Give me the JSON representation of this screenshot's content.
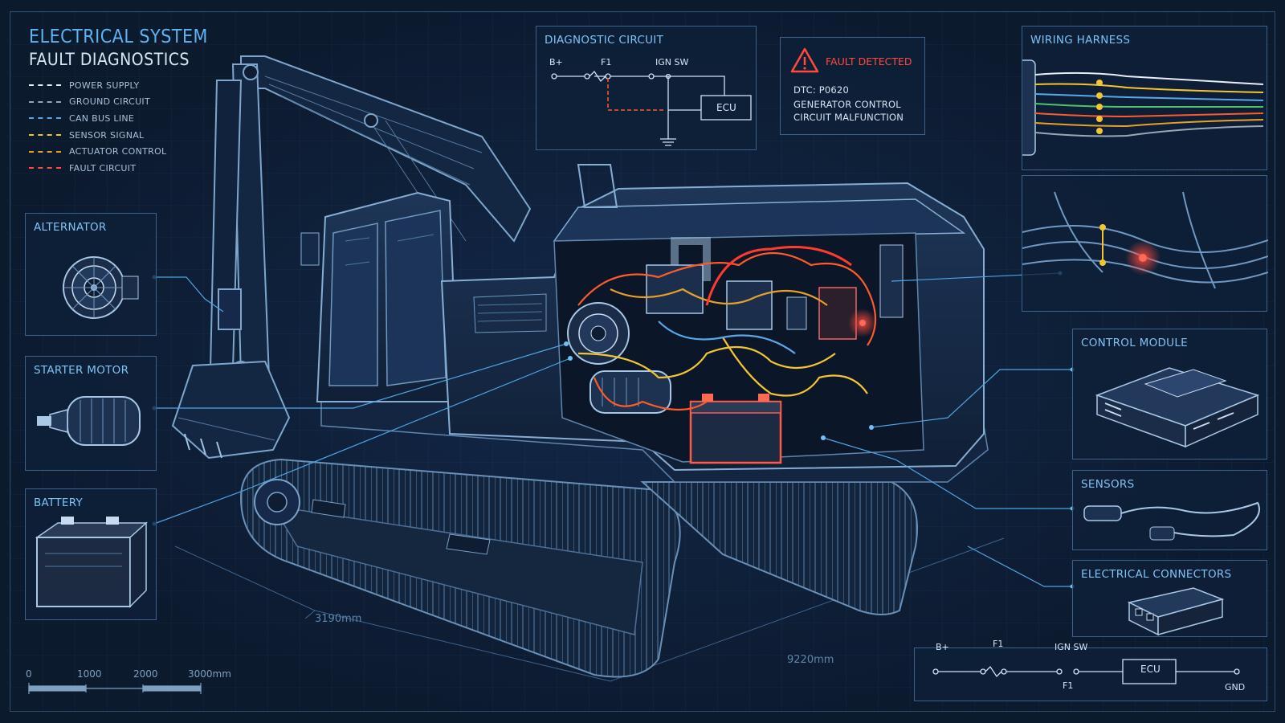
{
  "title": {
    "line1": "ELECTRICAL SYSTEM",
    "line2": "FAULT DIAGNOSTICS"
  },
  "colors": {
    "accent": "#5fb3f0",
    "fault": "#ff4a3d",
    "panel_border": "#3b628c",
    "background": "#0c1a2e"
  },
  "legend": [
    {
      "label": "POWER SUPPLY",
      "color": "#e8eef5"
    },
    {
      "label": "GROUND CIRCUIT",
      "color": "#9aa6b5"
    },
    {
      "label": "CAN BUS LINE",
      "color": "#58a8e8"
    },
    {
      "label": "SENSOR SIGNAL",
      "color": "#f2c531"
    },
    {
      "label": "ACTUATOR CONTROL",
      "color": "#e8a02a"
    },
    {
      "label": "FAULT CIRCUIT",
      "color": "#ff4a3d"
    }
  ],
  "components": {
    "alternator": "ALTERNATOR",
    "starter_motor": "STARTER MOTOR",
    "battery": "BATTERY",
    "control_module": "CONTROL MODULE",
    "sensors": "SENSORS",
    "electrical_connectors": "ELECTRICAL CONNECTORS",
    "wiring_harness": "WIRING HARNESS"
  },
  "diagnostic_circuit": {
    "title": "DIAGNOSTIC CIRCUIT",
    "b_plus": "B+",
    "fuse": "F1",
    "ign_sw": "IGN SW",
    "ecu": "ECU"
  },
  "fault": {
    "title": "FAULT DETECTED",
    "dtc": "DTC: P0620",
    "description_1": "GENERATOR CONTROL",
    "description_2": "CIRCUIT MALFUNCTION",
    "icon": "warning-triangle-icon"
  },
  "dimensions": {
    "width": "3190mm",
    "length": "9220mm"
  },
  "scale": {
    "ticks": [
      "0",
      "1000",
      "2000",
      "3000mm"
    ]
  },
  "bottom_schematic": {
    "b_plus": "B+",
    "fuse": "F1",
    "ign_sw": "IGN SW",
    "fuse_under": "F1",
    "ecu": "ECU",
    "gnd": "GND"
  }
}
